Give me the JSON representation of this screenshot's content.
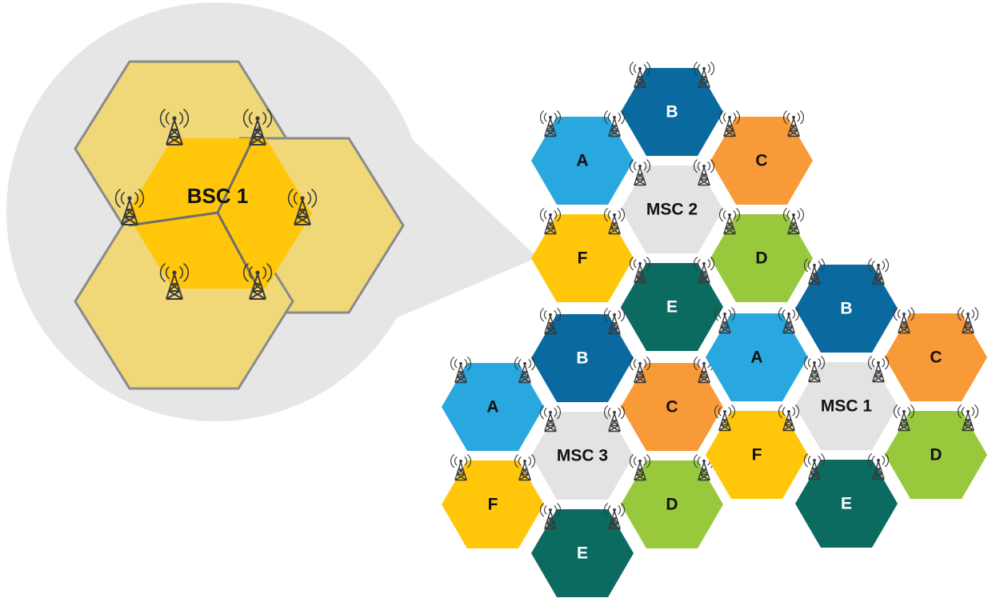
{
  "zoom": {
    "bsc_label": "BSC 1",
    "colors": {
      "bubble": "#e6e6e6",
      "outer_cell": "#f0d878",
      "inner_cell": "#ffc60a",
      "cell_border": "#8a8a8a"
    }
  },
  "clusters": [
    {
      "name": "MSC 2",
      "cells": [
        {
          "label": "B",
          "color": "#0a6aa0",
          "text_color": "#ffffff"
        },
        {
          "label": "A",
          "color": "#29a8df",
          "text_color": "#111111"
        },
        {
          "label": "C",
          "color": "#f99a38",
          "text_color": "#111111"
        },
        {
          "label": "MSC 2",
          "color": "#e3e3e3",
          "text_color": "#111111"
        },
        {
          "label": "F",
          "color": "#ffc60a",
          "text_color": "#111111"
        },
        {
          "label": "D",
          "color": "#98c93c",
          "text_color": "#111111"
        },
        {
          "label": "E",
          "color": "#0b6b61",
          "text_color": "#ffffff"
        }
      ]
    },
    {
      "name": "MSC 3",
      "cells": [
        {
          "label": "B",
          "color": "#0a6aa0",
          "text_color": "#ffffff"
        },
        {
          "label": "A",
          "color": "#29a8df",
          "text_color": "#111111"
        },
        {
          "label": "C",
          "color": "#f99a38",
          "text_color": "#111111"
        },
        {
          "label": "MSC 3",
          "color": "#e3e3e3",
          "text_color": "#111111"
        },
        {
          "label": "F",
          "color": "#ffc60a",
          "text_color": "#111111"
        },
        {
          "label": "D",
          "color": "#98c93c",
          "text_color": "#111111"
        },
        {
          "label": "E",
          "color": "#0b6b61",
          "text_color": "#ffffff"
        }
      ]
    },
    {
      "name": "MSC 1",
      "cells": [
        {
          "label": "B",
          "color": "#0a6aa0",
          "text_color": "#ffffff"
        },
        {
          "label": "A",
          "color": "#29a8df",
          "text_color": "#111111"
        },
        {
          "label": "C",
          "color": "#f99a38",
          "text_color": "#111111"
        },
        {
          "label": "MSC 1",
          "color": "#e3e3e3",
          "text_color": "#111111"
        },
        {
          "label": "F",
          "color": "#ffc60a",
          "text_color": "#111111"
        },
        {
          "label": "D",
          "color": "#98c93c",
          "text_color": "#111111"
        },
        {
          "label": "E",
          "color": "#0b6b61",
          "text_color": "#ffffff"
        }
      ]
    }
  ],
  "icons": {
    "tower": "cell-tower-icon"
  }
}
